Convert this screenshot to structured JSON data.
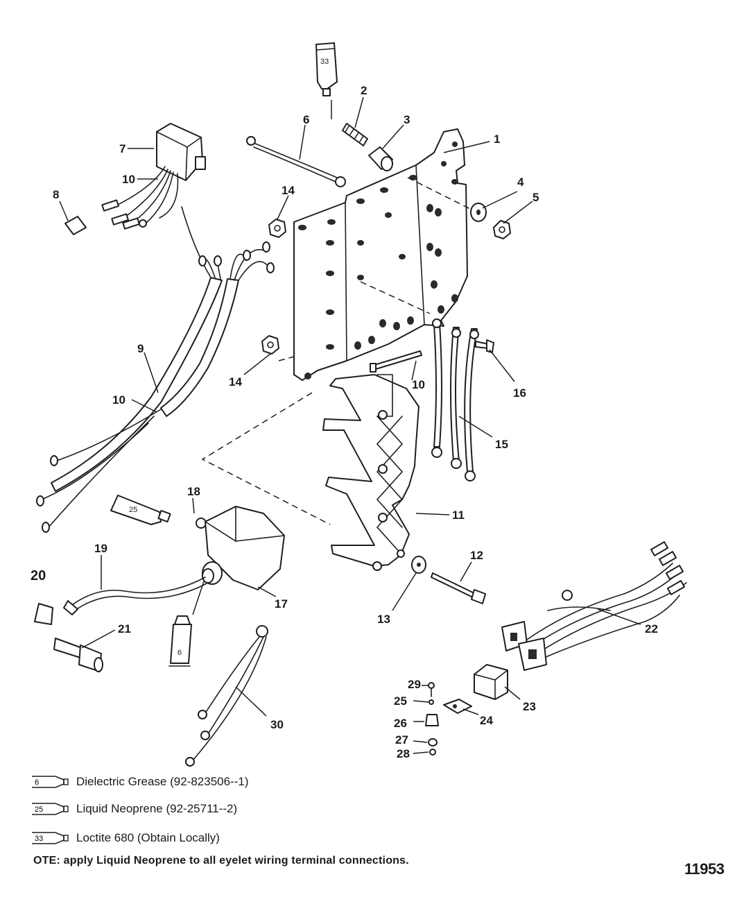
{
  "callouts": {
    "c1": "1",
    "c2": "2",
    "c3": "3",
    "c4": "4",
    "c5": "5",
    "c6": "6",
    "c7": "7",
    "c8": "8",
    "c9": "9",
    "c10a": "10",
    "c10b": "10",
    "c10c": "10",
    "c11": "11",
    "c12": "12",
    "c13": "13",
    "c14a": "14",
    "c14b": "14",
    "c15": "15",
    "c16": "16",
    "c17": "17",
    "c18": "18",
    "c19": "19",
    "c20": "20",
    "c21": "21",
    "c22": "22",
    "c23": "23",
    "c24": "24",
    "c25": "25",
    "c26": "26",
    "c27": "27",
    "c28": "28",
    "c29": "29",
    "c30": "30"
  },
  "tube_labels": {
    "loctite": "33",
    "neoprene": "25",
    "grease": "6"
  },
  "legend": [
    {
      "code": "6",
      "text": "Dielectric Grease (92-823506--1)"
    },
    {
      "code": "25",
      "text": "Liquid Neoprene (92-25711--2)"
    },
    {
      "code": "33",
      "text": "Loctite 680 (Obtain Locally)"
    }
  ],
  "note": "OTE: apply Liquid Neoprene to all eyelet wiring terminal connections.",
  "reference_number": "11953"
}
